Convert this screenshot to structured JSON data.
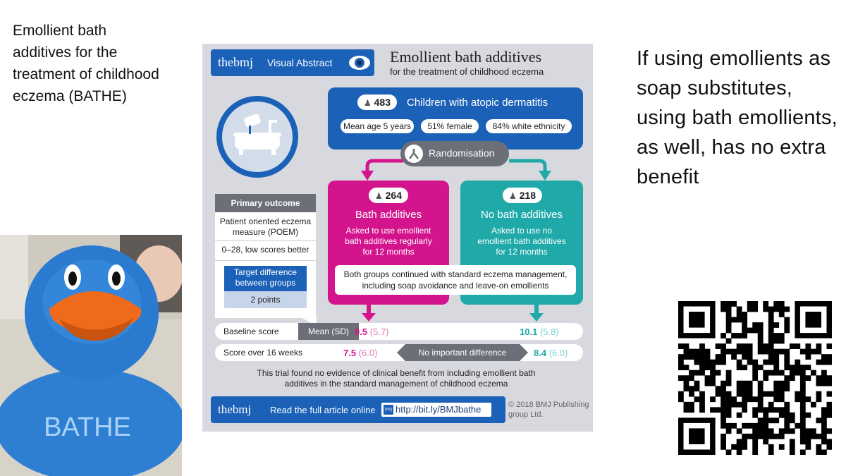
{
  "slide": {
    "left_caption": "Emollient bath additives for the treatment of childhood eczema (BATHE)",
    "right_caption": "If using emollients as soap substitutes, using bath emollients, as well, has no extra benefit",
    "duck_label": "BATHE"
  },
  "infographic": {
    "brand": "thebmj",
    "badge": "Visual Abstract",
    "title": "Emollient bath additives",
    "subtitle": "for the treatment of childhood eczema",
    "population": {
      "count": "483",
      "label": "Children with atopic dermatitis",
      "stats": [
        "Mean age 5 years",
        "51% female",
        "84% white ethnicity"
      ]
    },
    "randomisation": "Randomisation",
    "primary_outcome": {
      "header": "Primary outcome",
      "measure": "Patient oriented eczema measure (POEM)",
      "scale": "0–28, low scores better",
      "target_label": "Target difference between groups",
      "target_value": "2 points"
    },
    "arm_a": {
      "count": "264",
      "name": "Bath additives",
      "desc": "Asked to use emollient bath additives regularly for 12 months"
    },
    "arm_b": {
      "count": "218",
      "name": "No bath additives",
      "desc": "Asked to use no emollient bath additives for 12 months"
    },
    "both_groups": "Both groups continued with standard eczema management, including soap avoidance and leave-on emollients",
    "baseline": {
      "label": "Baseline score",
      "tag": "Mean (SD)",
      "a_value": "9.5",
      "a_sd": "(5.7)",
      "b_value": "10.1",
      "b_sd": "(5.8)"
    },
    "week16": {
      "label": "Score over 16 weeks",
      "a_value": "7.5",
      "a_sd": "(6.0)",
      "tag": "No important difference",
      "b_value": "8.4",
      "b_sd": "(6.0)"
    },
    "conclusion": "This trial found no evidence of clinical benefit from including emollient bath additives in the standard management of childhood eczema",
    "footer": {
      "brand": "thebmj",
      "read": "Read the full article online",
      "url_icon": "bmj",
      "url": "http://bit.ly/BMJbathe",
      "copyright": "© 2018 BMJ Publishing group Ltd."
    },
    "colors": {
      "bmj_blue": "#1a61b7",
      "magenta": "#d4148c",
      "teal": "#1fa9a8",
      "panel_grey": "#d7d9df",
      "dark_grey": "#6d6f78"
    }
  }
}
